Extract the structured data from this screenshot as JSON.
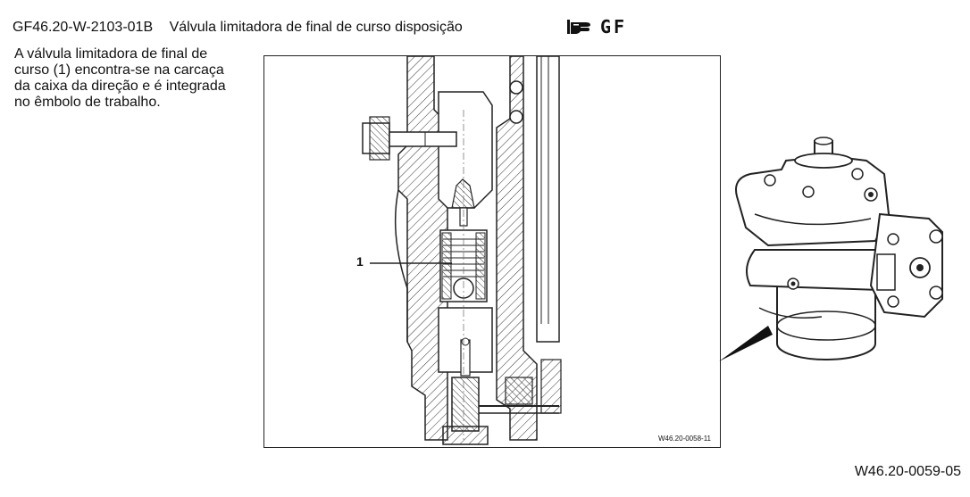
{
  "header": {
    "doc_id": "GF46.20-W-2103-01B",
    "title": "Válvula limitadora de final de curso disposição",
    "badge_text": "GF",
    "badge_icon": "hand-pointer-icon"
  },
  "description": "A válvula limitadora de final de curso (1) encontra-se na carcaça da caixa da direção e é integrada no êmbolo de trabalho.",
  "figure": {
    "callout_number": "1",
    "code": "W46.20-0058-11"
  },
  "footer": {
    "image_code": "W46.20-0059-05"
  },
  "colors": {
    "text": "#111111",
    "line": "#222222",
    "background": "#ffffff"
  }
}
